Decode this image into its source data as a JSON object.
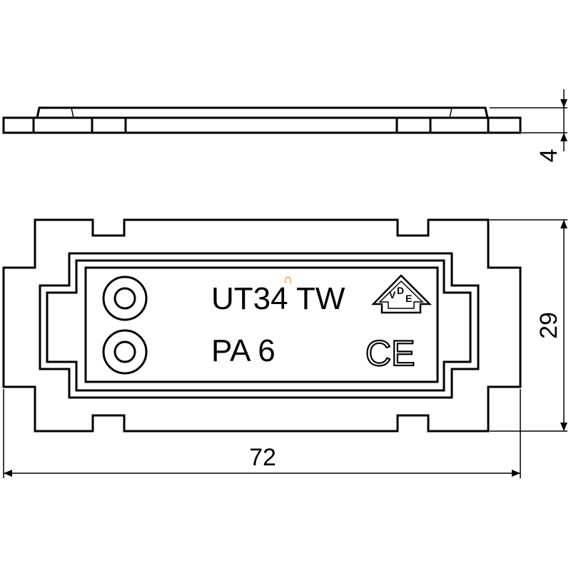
{
  "dimensions": {
    "width": "72",
    "height": "29",
    "thickness": "4"
  },
  "marking": {
    "line1": "UT34 TW",
    "line2": "PA 6",
    "ce": "CE",
    "vde_letters": [
      "V",
      "D",
      "E"
    ]
  },
  "colors": {
    "line": "#000000",
    "background": "#ffffff",
    "marker": "#e8650a"
  }
}
